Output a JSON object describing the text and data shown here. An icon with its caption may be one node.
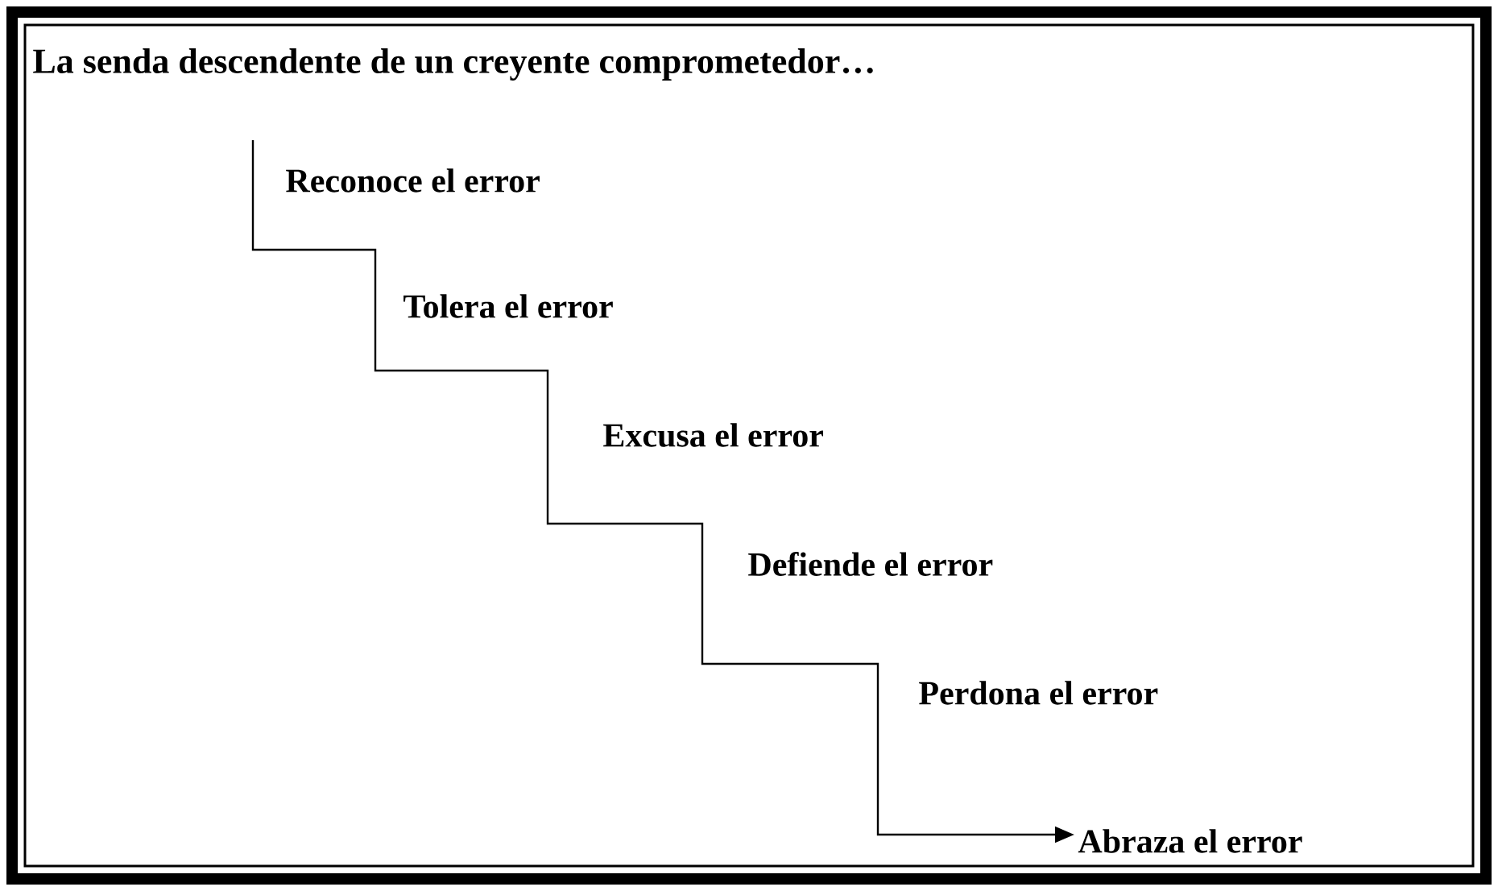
{
  "diagram": {
    "title": "La senda descendente de un creyente comprometedor…",
    "nodes": [
      {
        "text": [
          "Reconoce el error"
        ]
      },
      {
        "text": [
          "Tolera el error"
        ]
      },
      {
        "text": [
          "Excusa el error"
        ]
      },
      {
        "text": [
          "Defiende el error"
        ]
      },
      {
        "text": [
          "Perdona el error"
        ]
      },
      {
        "text": [
          "Abraza el error"
        ]
      }
    ],
    "edges": [
      {
        "from": null,
        "to": 5,
        "arrow": "to"
      }
    ]
  }
}
